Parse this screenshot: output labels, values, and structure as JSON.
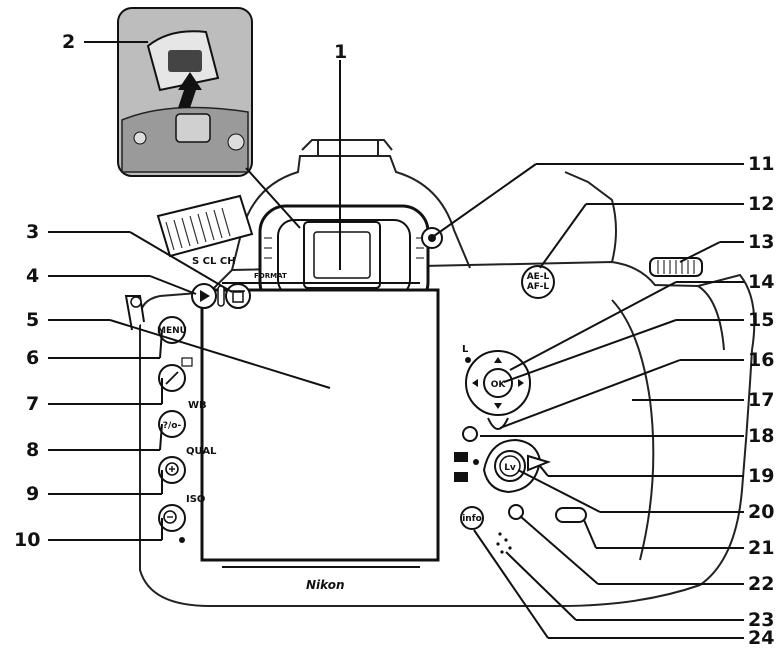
{
  "callouts": [
    {
      "n": "1"
    },
    {
      "n": "2"
    },
    {
      "n": "3"
    },
    {
      "n": "4"
    },
    {
      "n": "5"
    },
    {
      "n": "6"
    },
    {
      "n": "7"
    },
    {
      "n": "8"
    },
    {
      "n": "9"
    },
    {
      "n": "10"
    },
    {
      "n": "11"
    },
    {
      "n": "12"
    },
    {
      "n": "13"
    },
    {
      "n": "14"
    },
    {
      "n": "15"
    },
    {
      "n": "16"
    },
    {
      "n": "17"
    },
    {
      "n": "18"
    },
    {
      "n": "19"
    },
    {
      "n": "20"
    },
    {
      "n": "21"
    },
    {
      "n": "22"
    },
    {
      "n": "23"
    },
    {
      "n": "24"
    }
  ],
  "camera": {
    "brand": "Nikon",
    "buttons": {
      "menu": "MENU",
      "ok": "OK",
      "lv": "Lv",
      "info": "info",
      "ael_top": "AE-L",
      "ael_bottom": "AF-L",
      "format": "FORMAT"
    },
    "side_labels": {
      "wb": "WB",
      "qual": "QUAL",
      "iso": "ISO",
      "lock": "L",
      "mode_dial": "S CL CH"
    }
  }
}
